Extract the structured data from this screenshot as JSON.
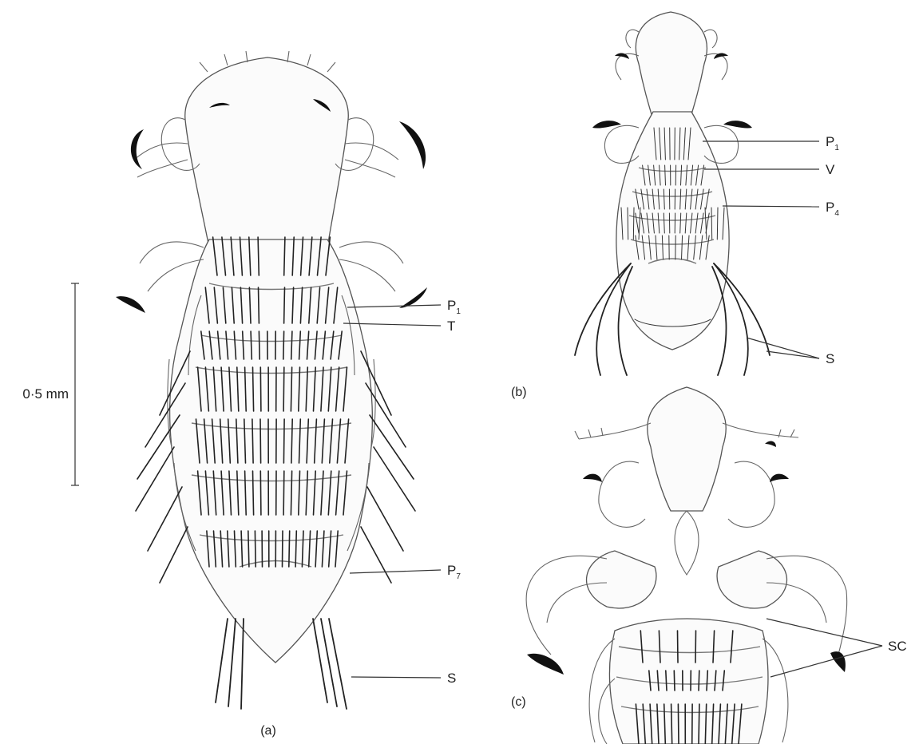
{
  "scale_bar": {
    "label": "0·5 mm"
  },
  "panels": {
    "a": {
      "caption": "(a)",
      "labels": [
        {
          "id": "a-p1",
          "main": "P",
          "sub": "1"
        },
        {
          "id": "a-t",
          "main": "T",
          "sub": ""
        },
        {
          "id": "a-p7",
          "main": "P",
          "sub": "7"
        },
        {
          "id": "a-s",
          "main": "S",
          "sub": ""
        }
      ]
    },
    "b": {
      "caption": "(b)",
      "labels": [
        {
          "id": "b-p1",
          "main": "P",
          "sub": "1"
        },
        {
          "id": "b-v",
          "main": "V",
          "sub": ""
        },
        {
          "id": "b-p4",
          "main": "P",
          "sub": "4"
        },
        {
          "id": "b-s",
          "main": "S",
          "sub": ""
        }
      ]
    },
    "c": {
      "caption": "(c)",
      "labels": [
        {
          "id": "c-sc",
          "main": "SC",
          "sub": ""
        }
      ]
    }
  }
}
